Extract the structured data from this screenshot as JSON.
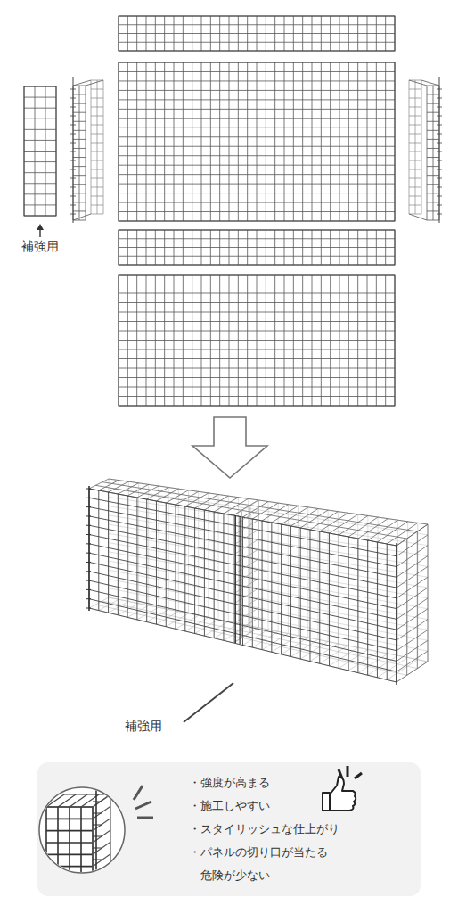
{
  "diagram": {
    "nodes": [
      {
        "text": [
          "・強度が高まる",
          "・施工しやすい",
          "・スタイリッシュな仕上がり",
          "・パネルの切り口が当たる 危険が少ない"
        ]
      }
    ],
    "labels": [
      "補強用",
      "補強用"
    ]
  }
}
